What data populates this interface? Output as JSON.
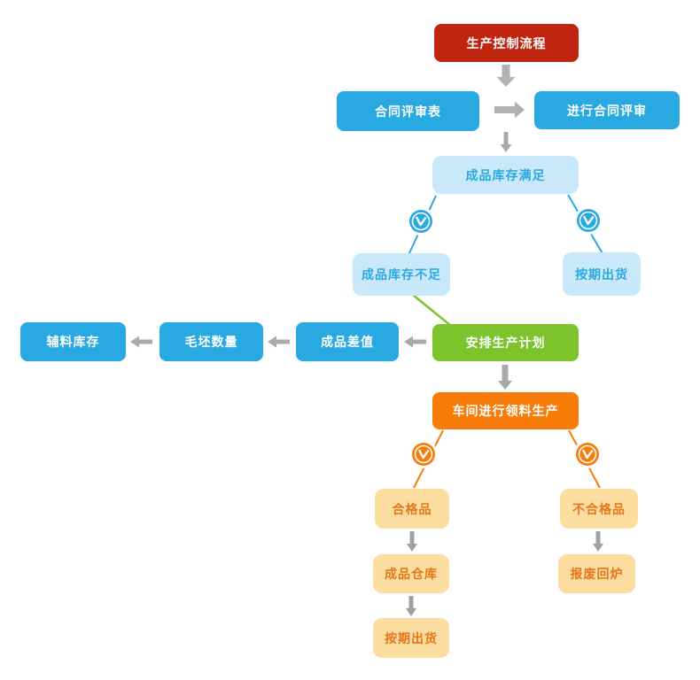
{
  "diagram": {
    "type": "flowchart",
    "title": "生产控制流程",
    "connector_color": "#aeaeae",
    "branch_icon": "clock-icon",
    "nodes": {
      "main": {
        "label": "生产控制流程",
        "color": "#c1250f",
        "text_color": "#ffffff"
      },
      "contract_form": {
        "label": "合同评审表",
        "color": "#29a9e1",
        "text_color": "#ffffff"
      },
      "contract_review": {
        "label": "进行合同评审",
        "color": "#29a9e1",
        "text_color": "#ffffff"
      },
      "stock_ok": {
        "label": "成品库存满足",
        "color": "#c9e9fa",
        "text_color": "#2aa9e0"
      },
      "stock_short": {
        "label": "成品库存不足",
        "color": "#c9e9fa",
        "text_color": "#2aa9e0"
      },
      "ship_branch": {
        "label": "按期出货",
        "color": "#c9e9fa",
        "text_color": "#2aa9e0"
      },
      "plan": {
        "label": "安排生产计划",
        "color": "#7cc32c",
        "text_color": "#ffffff"
      },
      "product_diff": {
        "label": "成品差值",
        "color": "#29a9e1",
        "text_color": "#ffffff"
      },
      "blank_qty": {
        "label": "毛坯数量",
        "color": "#29a9e1",
        "text_color": "#ffffff"
      },
      "aux_stock": {
        "label": "辅料库存",
        "color": "#29a9e1",
        "text_color": "#ffffff"
      },
      "workshop": {
        "label": "车间进行领料生产",
        "color": "#f87c09",
        "text_color": "#ffffff"
      },
      "qualified": {
        "label": "合格品",
        "color": "#fcdda0",
        "text_color": "#e4761b"
      },
      "unqualified": {
        "label": "不合格品",
        "color": "#fcdda0",
        "text_color": "#e4761b"
      },
      "warehouse": {
        "label": "成品仓库",
        "color": "#fcdda0",
        "text_color": "#e4761b"
      },
      "scrap": {
        "label": "报废回炉",
        "color": "#fcdda0",
        "text_color": "#e4761b"
      },
      "ship_final": {
        "label": "按期出货",
        "color": "#fcdda0",
        "text_color": "#e4761b"
      }
    },
    "edges": [
      {
        "from": "main",
        "to": "contract_form",
        "style": "thick-gray-arrow-down"
      },
      {
        "from": "contract_form",
        "to": "contract_review",
        "style": "thick-gray-arrow-right"
      },
      {
        "from": "contract_review",
        "to": "stock_ok",
        "style": "gray-arrow-down"
      },
      {
        "from": "stock_ok",
        "to": "stock_short",
        "style": "blue-line-with-clock-icon"
      },
      {
        "from": "stock_ok",
        "to": "ship_branch",
        "style": "blue-line-with-clock-icon"
      },
      {
        "from": "stock_short",
        "to": "plan",
        "style": "green-line"
      },
      {
        "from": "plan",
        "to": "product_diff",
        "style": "gray-arrow-left"
      },
      {
        "from": "product_diff",
        "to": "blank_qty",
        "style": "gray-arrow-left"
      },
      {
        "from": "blank_qty",
        "to": "aux_stock",
        "style": "gray-arrow-left"
      },
      {
        "from": "plan",
        "to": "workshop",
        "style": "gray-arrow-down"
      },
      {
        "from": "workshop",
        "to": "qualified",
        "style": "orange-line-with-clock-icon"
      },
      {
        "from": "workshop",
        "to": "unqualified",
        "style": "orange-line-with-clock-icon"
      },
      {
        "from": "qualified",
        "to": "warehouse",
        "style": "gray-arrow-down"
      },
      {
        "from": "unqualified",
        "to": "scrap",
        "style": "gray-arrow-down"
      },
      {
        "from": "warehouse",
        "to": "ship_final",
        "style": "gray-arrow-down"
      }
    ]
  }
}
